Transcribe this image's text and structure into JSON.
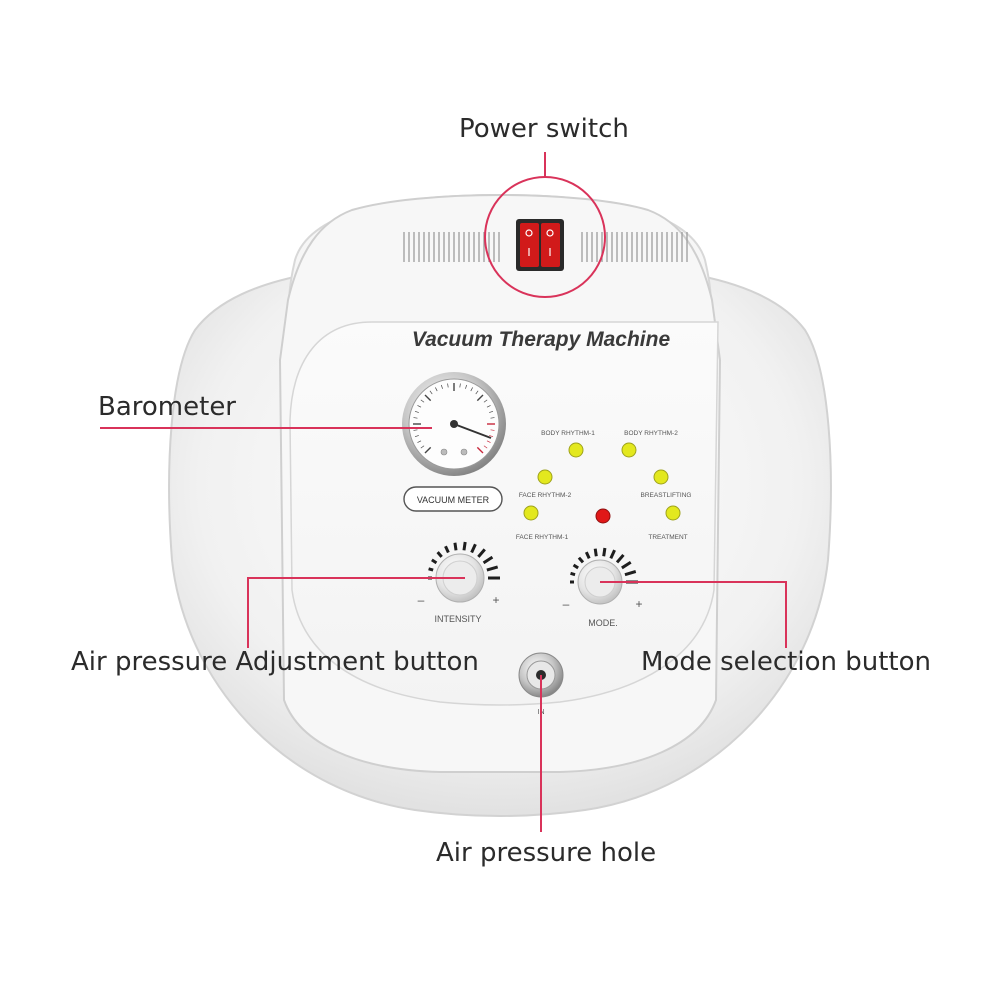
{
  "callouts": {
    "power_switch": "Power switch",
    "barometer": "Barometer",
    "air_pressure_adjustment": "Air pressure Adjustment button",
    "mode_selection": "Mode selection button",
    "air_pressure_hole": "Air pressure hole"
  },
  "device": {
    "title": "Vacuum Therapy Machine",
    "meter_label": "VACUUM METER",
    "intensity_label": "INTENSITY",
    "mode_label": "MODE.",
    "minus": "–",
    "plus": "+",
    "inlet_label": "IN",
    "indicators": [
      {
        "label": "BODY RHYTHM-1",
        "color": "#e3e81e"
      },
      {
        "label": "BODY RHYTHM-2",
        "color": "#e3e81e"
      },
      {
        "label": "FACE RHYTHM-2",
        "color": "#e3e81e"
      },
      {
        "label": "BREASTLIFTING",
        "color": "#e3e81e"
      },
      {
        "label": "FACE RHYTHM-1",
        "color": "#e3e81e"
      },
      {
        "label": "TREATMENT",
        "color": "#e3e81e"
      }
    ],
    "center_indicator_color": "#e01818"
  },
  "colors": {
    "leader_line": "#d9335a",
    "switch": "#d11a1a",
    "body": "#f1f1f1"
  },
  "icons": {
    "power_switch": "rocker-switch-icon",
    "barometer": "pressure-gauge-icon",
    "inlet": "air-inlet-icon"
  }
}
